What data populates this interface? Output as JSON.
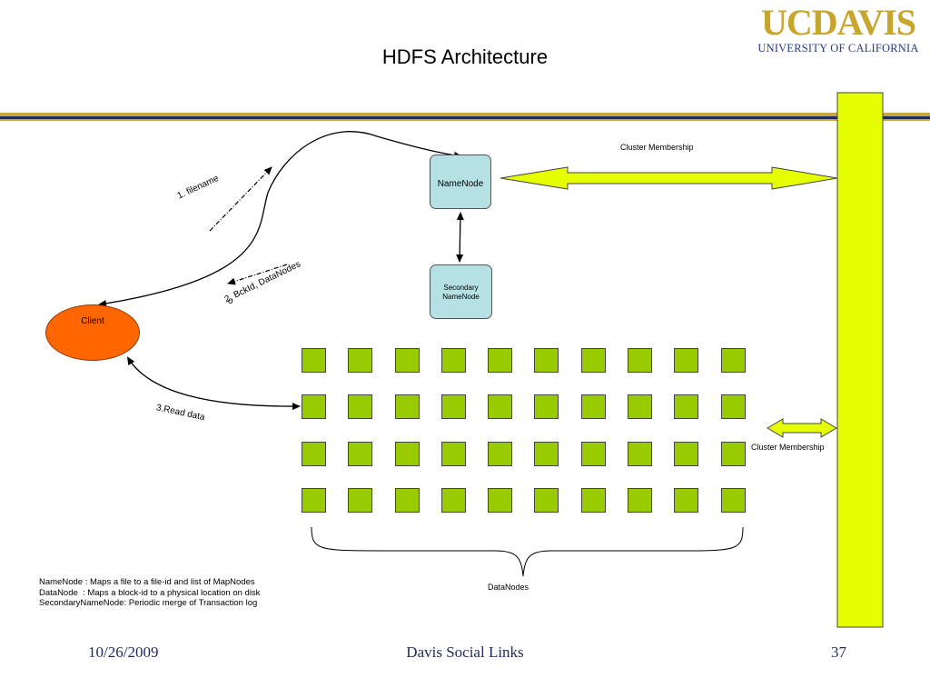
{
  "slide": {
    "title": "HDFS Architecture"
  },
  "logo": {
    "line1": "UCDAVIS",
    "line2": "UNIVERSITY OF CALIFORNIA"
  },
  "diagram": {
    "namenode_label": "NameNode",
    "secondary_namenode_label": "Secondary NameNode",
    "client_label": "Client",
    "cluster_membership_top": "Cluster Membership",
    "cluster_membership_side": "Cluster Membership",
    "datanodes_label": "DataNodes",
    "step1_label": "1. filename",
    "step2_label": "2. BckId, DataNodes",
    "step2_extra": "o",
    "step3_label": "3.Read data",
    "datanode_rows": 4,
    "datanode_cols": 10
  },
  "legend": {
    "line1": "NameNode : Maps a file to a file-id and list of MapNodes",
    "line2": "DataNode  : Maps a block-id to a physical location on disk",
    "line3": "SecondaryNameNode: Periodic merge of Transaction log"
  },
  "footer": {
    "date": "10/26/2009",
    "center": "Davis Social Links",
    "page": "37"
  },
  "colors": {
    "accent_gold": "#c9a544",
    "navy": "#1f2b5c",
    "namenode_fill": "#b5e0e4",
    "client_fill": "#ff6600",
    "datanode_fill": "#99cc00",
    "cluster_bar_fill": "#e6ff00"
  }
}
